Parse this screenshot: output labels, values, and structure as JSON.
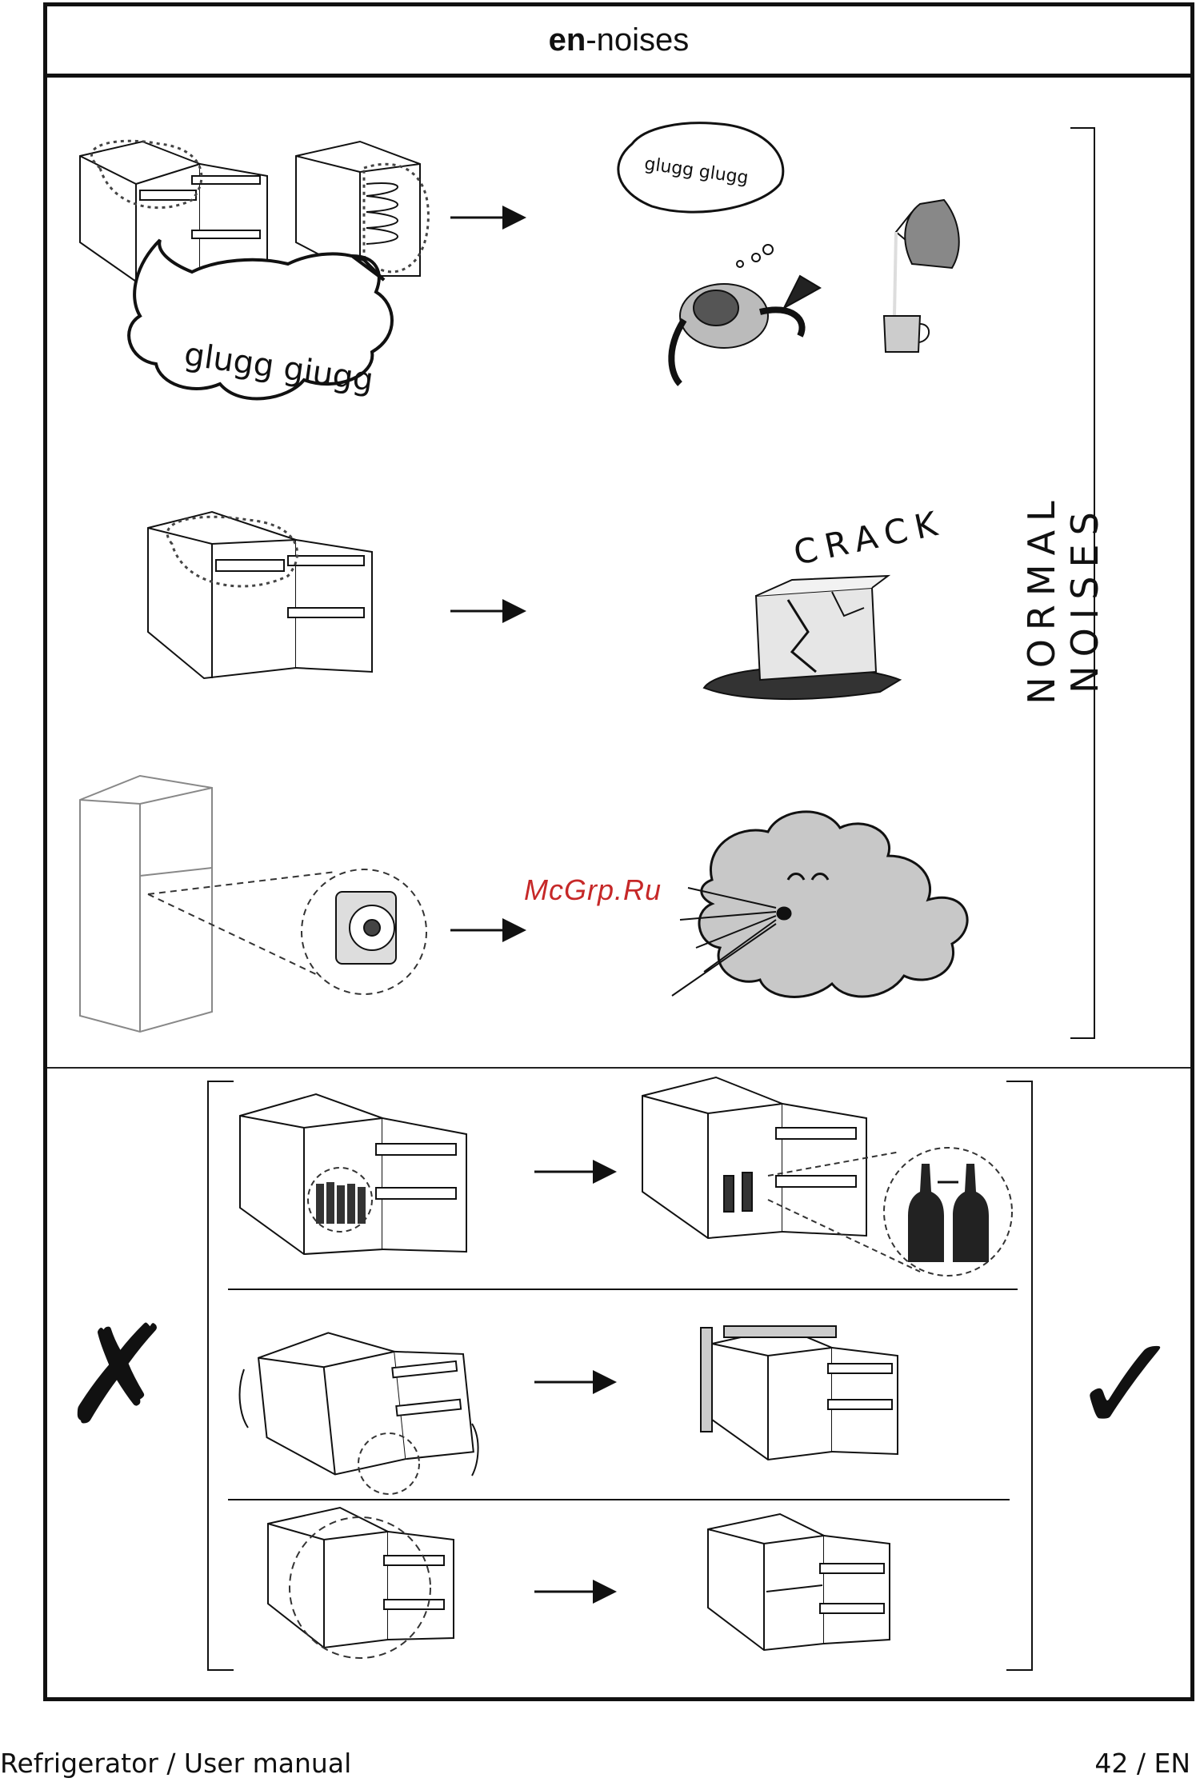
{
  "header": {
    "bold_part": "en",
    "rest": "-noises"
  },
  "side_label": "NORMAL NOISES",
  "watermark": "McGrp.Ru",
  "bubble_text_1": "glugg giugg",
  "bubble_text_2": "glugg glugg",
  "crack_text": "CRACK",
  "wrong_mark": "✗",
  "right_mark": "✓",
  "footer": {
    "left": "Refrigerator / User manual",
    "right": "42 / EN"
  }
}
